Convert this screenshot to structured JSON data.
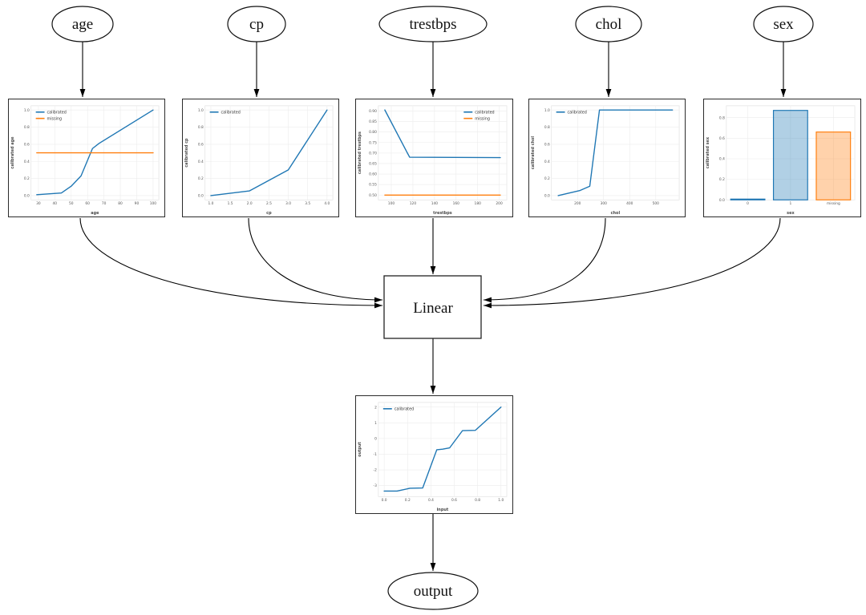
{
  "diagram": {
    "nodes": {
      "age": {
        "label": "age"
      },
      "cp": {
        "label": "cp"
      },
      "trestbps": {
        "label": "trestbps"
      },
      "chol": {
        "label": "chol"
      },
      "sex": {
        "label": "sex"
      },
      "linear": {
        "label": "Linear"
      },
      "output": {
        "label": "output"
      }
    },
    "colors": {
      "calibrated": "#1f77b4",
      "missing": "#ff7f0e"
    }
  },
  "chart_data": [
    {
      "name": "age-calibrator",
      "type": "line",
      "xlabel": "age",
      "ylabel": "calibrated age",
      "xlim": [
        25.5,
        103.5
      ],
      "ylim": [
        -0.05,
        1.05
      ],
      "xticks": [
        30,
        40,
        50,
        60,
        70,
        80,
        90,
        100
      ],
      "xtick_labels": [
        "30",
        "40",
        "50",
        "60",
        "70",
        "80",
        "90",
        "100"
      ],
      "yticks": [
        0,
        0.2,
        0.4,
        0.6,
        0.8,
        1
      ],
      "ytick_labels": [
        "0.0",
        "0.2",
        "0.4",
        "0.6",
        "0.8",
        "1.0"
      ],
      "legend": {
        "pos": "tl",
        "items": [
          {
            "label": "calibrated",
            "color": "#1f77b4"
          },
          {
            "label": "missing",
            "color": "#ff7f0e"
          }
        ]
      },
      "series": [
        {
          "name": "calibrated",
          "color": "#1f77b4",
          "points": [
            [
              29,
              0.01
            ],
            [
              44,
              0.03
            ],
            [
              50,
              0.11
            ],
            [
              56,
              0.23
            ],
            [
              63,
              0.55
            ],
            [
              67,
              0.61
            ],
            [
              100,
              1.0
            ]
          ]
        },
        {
          "name": "missing",
          "color": "#ff7f0e",
          "points": [
            [
              29,
              0.5
            ],
            [
              100,
              0.5
            ]
          ]
        }
      ]
    },
    {
      "name": "cp-calibrator",
      "type": "line",
      "xlabel": "cp",
      "ylabel": "calibrated cp",
      "xlim": [
        0.85,
        4.15
      ],
      "ylim": [
        -0.05,
        1.05
      ],
      "xticks": [
        1,
        1.5,
        2,
        2.5,
        3,
        3.5,
        4
      ],
      "xtick_labels": [
        "1.0",
        "1.5",
        "2.0",
        "2.5",
        "3.0",
        "3.5",
        "4.0"
      ],
      "yticks": [
        0,
        0.2,
        0.4,
        0.6,
        0.8,
        1
      ],
      "ytick_labels": [
        "0.0",
        "0.2",
        "0.4",
        "0.6",
        "0.8",
        "1.0"
      ],
      "legend": {
        "pos": "tl",
        "items": [
          {
            "label": "calibrated",
            "color": "#1f77b4"
          }
        ]
      },
      "series": [
        {
          "name": "calibrated",
          "color": "#1f77b4",
          "points": [
            [
              1,
              0.0
            ],
            [
              2,
              0.055
            ],
            [
              3,
              0.3
            ],
            [
              4,
              1.0
            ]
          ]
        }
      ]
    },
    {
      "name": "trestbps-calibrator",
      "type": "line",
      "xlabel": "trestbps",
      "ylabel": "calibrated trestbps",
      "xlim": [
        88,
        207
      ],
      "ylim": [
        0.477,
        0.925
      ],
      "xticks": [
        100,
        120,
        140,
        160,
        180,
        200
      ],
      "xtick_labels": [
        "100",
        "120",
        "140",
        "160",
        "180",
        "200"
      ],
      "yticks": [
        0.5,
        0.55,
        0.6,
        0.65,
        0.7,
        0.75,
        0.8,
        0.85,
        0.9
      ],
      "ytick_labels": [
        "0.50",
        "0.55",
        "0.60",
        "0.65",
        "0.70",
        "0.75",
        "0.80",
        "0.85",
        "0.90"
      ],
      "legend": {
        "pos": "tr",
        "items": [
          {
            "label": "calibrated",
            "color": "#1f77b4"
          },
          {
            "label": "missing",
            "color": "#ff7f0e"
          }
        ]
      },
      "series": [
        {
          "name": "calibrated",
          "color": "#1f77b4",
          "points": [
            [
              94,
              0.905
            ],
            [
              117,
              0.68
            ],
            [
              201,
              0.678
            ]
          ]
        },
        {
          "name": "missing",
          "color": "#ff7f0e",
          "points": [
            [
              94,
              0.5
            ],
            [
              201,
              0.5
            ]
          ]
        }
      ]
    },
    {
      "name": "chol-calibrator",
      "type": "line",
      "xlabel": "chol",
      "ylabel": "calibrated chol",
      "xlim": [
        100,
        590
      ],
      "ylim": [
        -0.05,
        1.05
      ],
      "xticks": [
        200,
        300,
        400,
        500
      ],
      "xtick_labels": [
        "200",
        "300",
        "400",
        "500"
      ],
      "yticks": [
        0,
        0.2,
        0.4,
        0.6,
        0.8,
        1
      ],
      "ytick_labels": [
        "0.0",
        "0.2",
        "0.4",
        "0.6",
        "0.8",
        "1.0"
      ],
      "legend": {
        "pos": "tl",
        "items": [
          {
            "label": "calibrated",
            "color": "#1f77b4"
          }
        ]
      },
      "series": [
        {
          "name": "calibrated",
          "color": "#1f77b4",
          "points": [
            [
              126,
              0.0
            ],
            [
              210,
              0.06
            ],
            [
              247,
              0.11
            ],
            [
              284,
              1.0
            ],
            [
              564,
              1.0
            ]
          ]
        }
      ]
    },
    {
      "name": "sex-calibrator",
      "type": "bar",
      "xlabel": "sex",
      "ylabel": "calibrated sex",
      "xlim": [
        -0.5,
        2.5
      ],
      "ylim": [
        0,
        0.915
      ],
      "xticks": [
        0,
        1,
        2
      ],
      "xtick_labels": [
        "0",
        "1",
        "missing"
      ],
      "yticks": [
        0,
        0.2,
        0.4,
        0.6,
        0.8
      ],
      "ytick_labels": [
        "0.0",
        "0.2",
        "0.4",
        "0.6",
        "0.8"
      ],
      "categories": [
        "0",
        "1",
        "missing"
      ],
      "values": [
        0.008,
        0.87,
        0.66
      ],
      "bar_colors": [
        "#1f77b4",
        "#1f77b4",
        "#ff7f0e"
      ],
      "bar_fills": [
        "rgba(31,119,180,0.35)",
        "rgba(31,119,180,0.35)",
        "rgba(255,127,14,0.35)"
      ]
    },
    {
      "name": "output-calibrator",
      "type": "line",
      "xlabel": "input",
      "ylabel": "output",
      "xlim": [
        -0.05,
        1.05
      ],
      "ylim": [
        -3.7,
        2.3
      ],
      "xticks": [
        0,
        0.2,
        0.4,
        0.6,
        0.8,
        1
      ],
      "xtick_labels": [
        "0.0",
        "0.2",
        "0.4",
        "0.6",
        "0.8",
        "1.0"
      ],
      "yticks": [
        -3,
        -2,
        -1,
        0,
        1,
        2
      ],
      "ytick_labels": [
        "-3",
        "-2",
        "-1",
        "0",
        "1",
        "2"
      ],
      "legend": {
        "pos": "tl",
        "items": [
          {
            "label": "calibrated",
            "color": "#1f77b4"
          }
        ]
      },
      "series": [
        {
          "name": "calibrated",
          "color": "#1f77b4",
          "points": [
            [
              0,
              -3.35
            ],
            [
              0.11,
              -3.35
            ],
            [
              0.22,
              -3.17
            ],
            [
              0.33,
              -3.15
            ],
            [
              0.45,
              -0.72
            ],
            [
              0.5,
              -0.68
            ],
            [
              0.56,
              -0.6
            ],
            [
              0.67,
              0.5
            ],
            [
              0.78,
              0.52
            ],
            [
              1.0,
              2.0
            ]
          ]
        }
      ]
    }
  ]
}
